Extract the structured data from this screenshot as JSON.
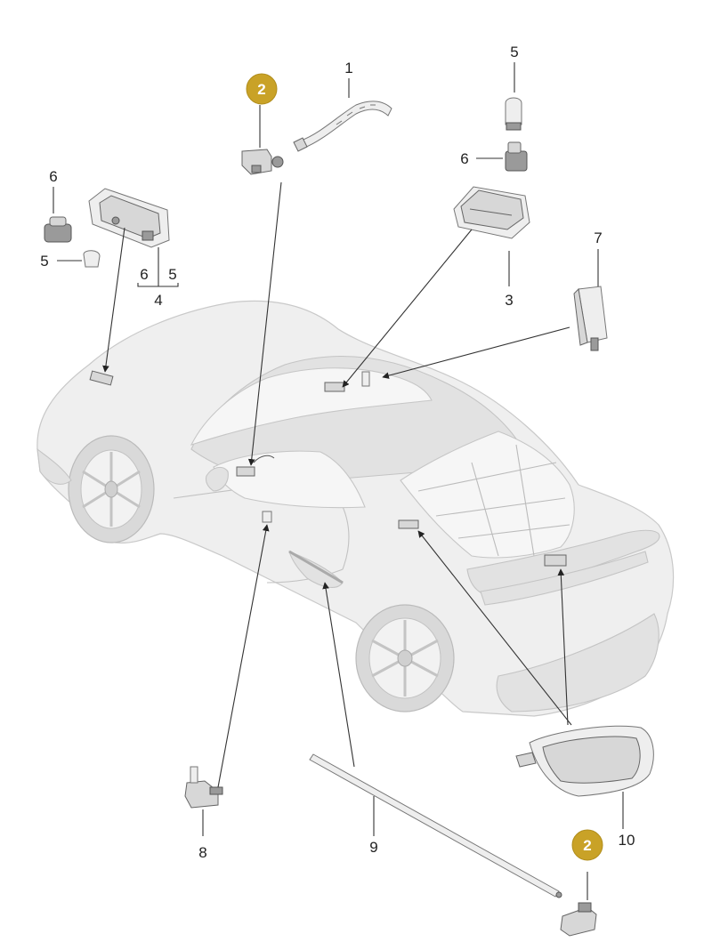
{
  "diagram": {
    "callouts": [
      {
        "id": "c1",
        "label": "1"
      },
      {
        "id": "c2a",
        "label": "2",
        "badge": true
      },
      {
        "id": "c3",
        "label": "3"
      },
      {
        "id": "c4",
        "label": "4"
      },
      {
        "id": "c4-sub6",
        "label": "6"
      },
      {
        "id": "c4-sub5",
        "label": "5"
      },
      {
        "id": "c5-top",
        "label": "5"
      },
      {
        "id": "c5-left",
        "label": "5"
      },
      {
        "id": "c6-top",
        "label": "6"
      },
      {
        "id": "c6-left",
        "label": "6"
      },
      {
        "id": "c7",
        "label": "7"
      },
      {
        "id": "c8",
        "label": "8"
      },
      {
        "id": "c9",
        "label": "9"
      },
      {
        "id": "c10",
        "label": "10"
      },
      {
        "id": "c2b",
        "label": "2",
        "badge": true
      }
    ],
    "badge_color": "#c9a227"
  }
}
